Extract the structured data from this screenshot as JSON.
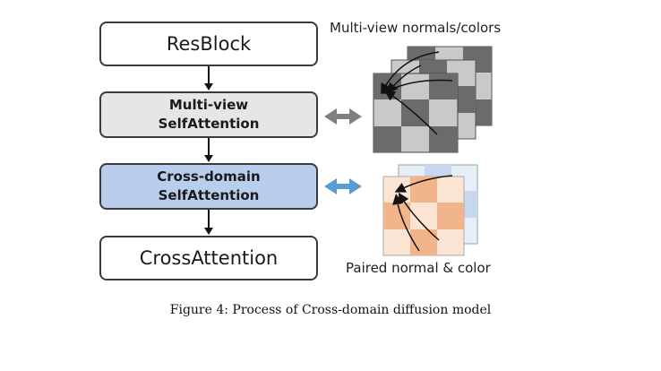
{
  "blocks": {
    "resblock": "ResBlock",
    "multiview": {
      "line1": "Multi-view",
      "line2": "SelfAttention"
    },
    "crossdomain": {
      "line1": "Cross-domain",
      "line2": "SelfAttention"
    },
    "crossattention": "CrossAttention"
  },
  "labels": {
    "top": "Multi-view normals/colors",
    "bottom": "Paired normal & color"
  },
  "caption": "Figure 4: Process of Cross-domain diffusion model",
  "colors": {
    "multiview_block": "#e6e6e6",
    "crossdomain_block": "#b9cdec",
    "gray_arrow": "#7f7f7f",
    "blue_arrow": "#5b9bd5",
    "checker_dark": "#6b6b6b",
    "checker_light": "#c9c9c9",
    "orange_dark": "#f2b48a",
    "orange_light": "#fce4d2",
    "blue_light": "#c7d7ef"
  }
}
